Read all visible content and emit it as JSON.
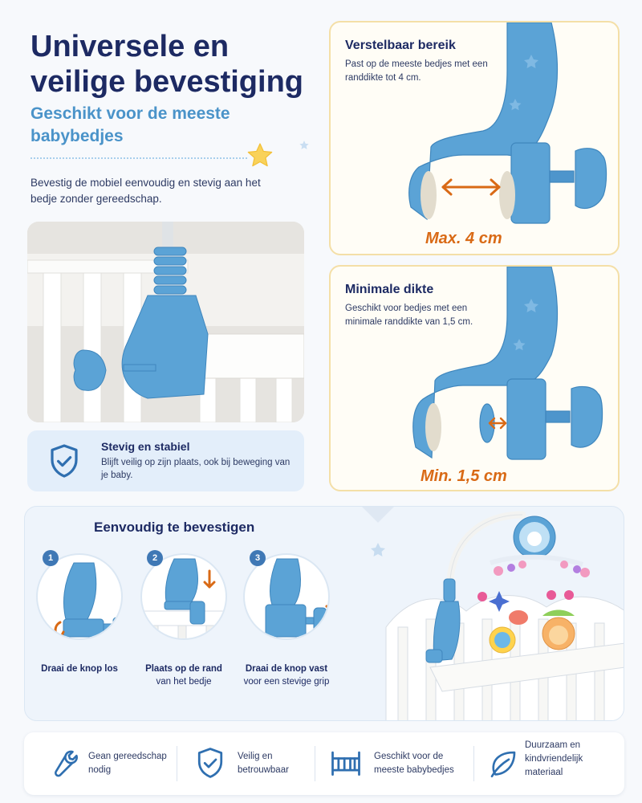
{
  "hero": {
    "title": "Universele en veilige bevestiging",
    "subtitle": "Geschikt voor de meeste babybedjes",
    "intro": "Bevestig de mobiel eenvoudig en stevig aan het bedje zonder gereedschap."
  },
  "stable": {
    "title": "Stevig en stabiel",
    "text": "Blijft veilig op zijn plaats, ook bij beweging van je baby."
  },
  "card_adjustable": {
    "title": "Verstelbaar bereik",
    "text": "Past op de meeste bedjes met een randdikte tot 4 cm.",
    "measure": "Max. 4 cm"
  },
  "card_minimum": {
    "title": "Minimale dikte",
    "text": "Geschikt voor bedjes met een minimale randdikte van 1,5 cm.",
    "measure": "Min. 1,5 cm"
  },
  "steps": {
    "title": "Eenvoudig te bevestigen",
    "items": [
      {
        "number": "1",
        "bold": "Draai de knop los",
        "rest": ""
      },
      {
        "number": "2",
        "bold": "Plaats op de rand",
        "rest": "van het bedje"
      },
      {
        "number": "3",
        "bold": "Draai de knop vast",
        "rest": "voor een stevige grip"
      }
    ]
  },
  "features": [
    {
      "icon": "wrench-icon",
      "text": "Gean gereedschap nodig"
    },
    {
      "icon": "shield-check-icon",
      "text": "Veilig en betrouwbaar"
    },
    {
      "icon": "crib-icon",
      "text": "Geschikt voor de meeste babybedjes"
    },
    {
      "icon": "leaf-icon",
      "text": "Duurzaam en kindvriendelijk materiaal"
    }
  ],
  "colors": {
    "navy": "#1d2a63",
    "accent_blue": "#4a93c9",
    "clamp_blue": "#5ba3d6",
    "orange": "#d96a16",
    "card_border": "#f4dfa7"
  }
}
